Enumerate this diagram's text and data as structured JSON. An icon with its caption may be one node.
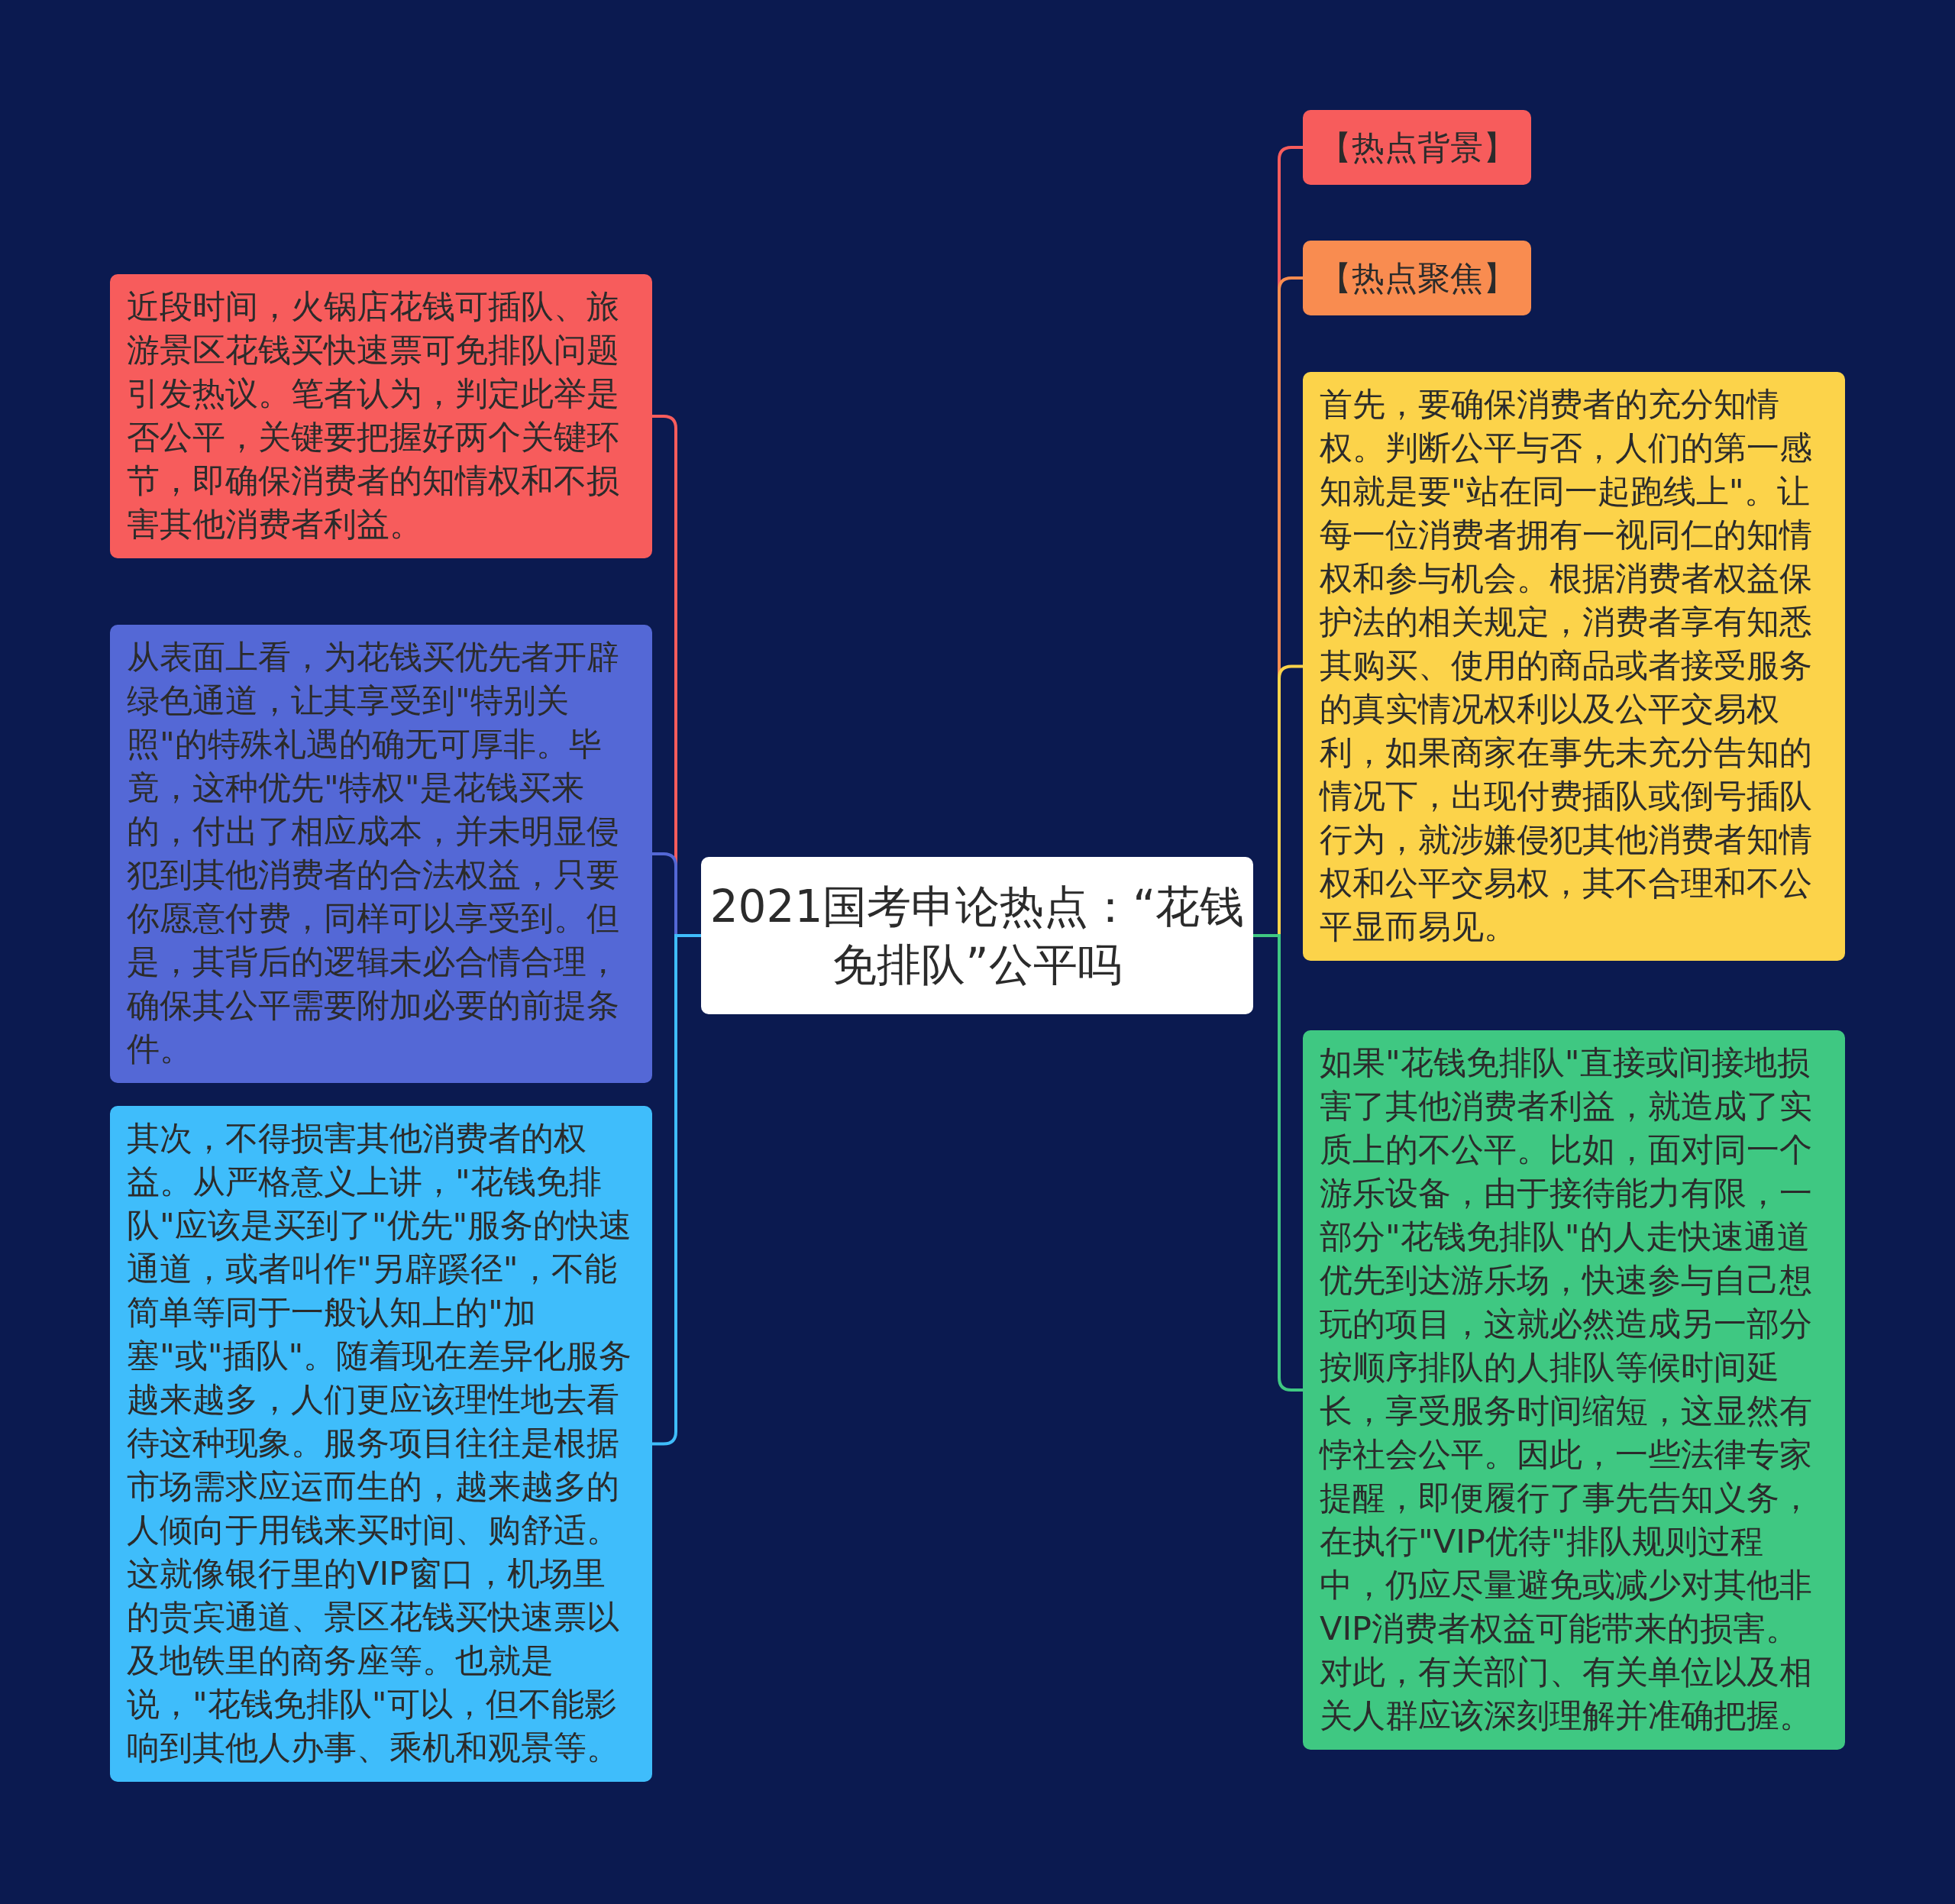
{
  "diagram": {
    "nodes": [
      {
        "text": [
          "2021国考申论热点：“花钱免排队”公平吗"
        ]
      },
      {
        "text": [
          "【热点背景】"
        ]
      },
      {
        "text": [
          "【热点聚焦】"
        ]
      },
      {
        "text": [
          "首先，要确保消费者的充分知情权。判断公平与否，人们的第一感知就是要\"站在同一起跑线上\"。让每一位消费者拥有一视同仁的知情权和参与机会。根据消费者权益保护法的相关规定，消费者享有知悉其购买、使用的商品或者接受服务的真实情况权利以及公平交易权利，如果商家在事先未充分告知的情况下，出现付费插队或倒号插队行为，就涉嫌侵犯其他消费者知情权和公平交易权，其不合理和不公平显而易见。"
        ]
      },
      {
        "text": [
          "如果\"花钱免排队\"直接或间接地损害了其他消费者利益，就造成了实质上的不公平。比如，面对同一个游乐设备，由于接待能力有限，一部分\"花钱免排队\"的人走快速通道优先到达游乐场，快速参与自己想玩的项目，这就必然造成另一部分按顺序排队的人排队等候时间延长，享受服务时间缩短，这显然有悖社会公平。因此，一些法律专家提醒，即便履行了事先告知义务，在执行\"VIP优待\"排队规则过程中，仍应尽量避免或减少对其他非VIP消费者权益可能带来的损害。对此，有关部门、有关单位以及相关人群应该深刻理解并准确把握。"
        ]
      },
      {
        "text": [
          "近段时间，火锅店花钱可插队、旅游景区花钱买快速票可免排队问题引发热议。笔者认为，判定此举是否公平，关键要把握好两个关键环节，即确保消费者的知情权和不损害其他消费者利益。"
        ]
      },
      {
        "text": [
          "从表面上看，为花钱买优先者开辟绿色通道，让其享受到\"特别关照\"的特殊礼遇的确无可厚非。毕竟，这种优先\"特权\"是花钱买来的，付出了相应成本，并未明显侵犯到其他消费者的合法权益，只要你愿意付费，同样可以享受到。但是，其背后的逻辑未必合情合理，确保其公平需要附加必要的前提条件。"
        ]
      },
      {
        "text": [
          "其次，不得损害其他消费者的权益。从严格意义上讲，\"花钱免排队\"应该是买到了\"优先\"服务的快速通道，或者叫作\"另辟蹊径\"，不能简单等同于一般认知上的\"加塞\"或\"插队\"。随着现在差异化服务越来越多，人们更应该理性地去看待这种现象。服务项目往往是根据市场需求应运而生的，越来越多的人倾向于用钱来买时间、购舒适。这就像银行里的VIP窗口，机场里的贵宾通道、景区花钱买快速票以及地铁里的商务座等。也就是说，\"花钱免排队\"可以，但不能影响到其他人办事、乘机和观景等。"
        ]
      }
    ],
    "edges": [
      {
        "from": 0,
        "to": 1,
        "arrow": "none",
        "color": "#f75c5c"
      },
      {
        "from": 0,
        "to": 2,
        "arrow": "none",
        "color": "#f98c50"
      },
      {
        "from": 0,
        "to": 3,
        "arrow": "none",
        "color": "#fcd34a"
      },
      {
        "from": 0,
        "to": 4,
        "arrow": "none",
        "color": "#3fc882"
      },
      {
        "from": 0,
        "to": 5,
        "arrow": "none",
        "color": "#f75c5c"
      },
      {
        "from": 0,
        "to": 6,
        "arrow": "none",
        "color": "#5468d6"
      },
      {
        "from": 0,
        "to": 7,
        "arrow": "none",
        "color": "#3fbdfb"
      }
    ]
  }
}
